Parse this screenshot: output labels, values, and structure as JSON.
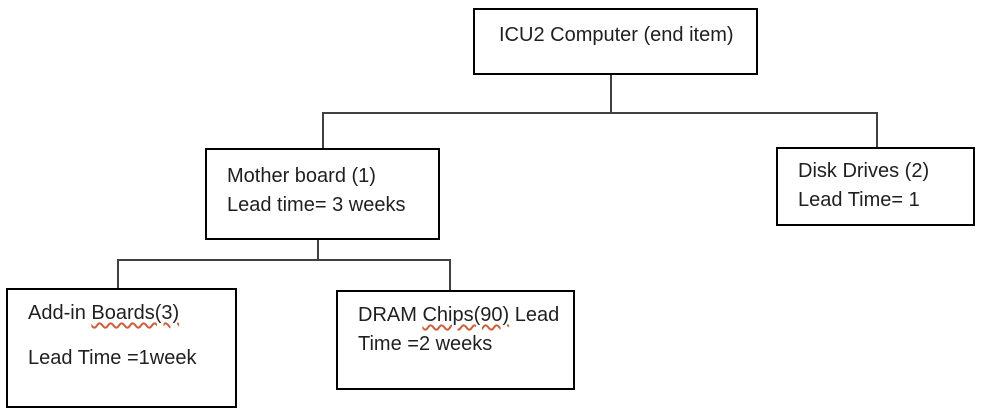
{
  "diagram": {
    "type": "product-structure-tree",
    "root": {
      "label": "ICU2 Computer (end item)"
    },
    "motherboard": {
      "line1": "Mother board (1)",
      "line2": "Lead time= 3 weeks"
    },
    "disk_drives": {
      "line1": "Disk Drives (2)",
      "line2": "Lead Time= 1"
    },
    "addin_boards": {
      "line1_part1": "Add-in ",
      "line1_misspelled": "Boards(3)",
      "line2": "Lead Time =1week"
    },
    "dram_chips": {
      "line1_part1": "DRAM ",
      "line1_misspelled": "Chips(90)",
      "line1_part3": " Lead",
      "line2": "Time =2 weeks"
    }
  },
  "colors": {
    "box_border": "#000000",
    "connector_line": "#404040",
    "text": "#1f1f1f",
    "spellcheck_underline": "#c9613c",
    "background": "#ffffff"
  }
}
